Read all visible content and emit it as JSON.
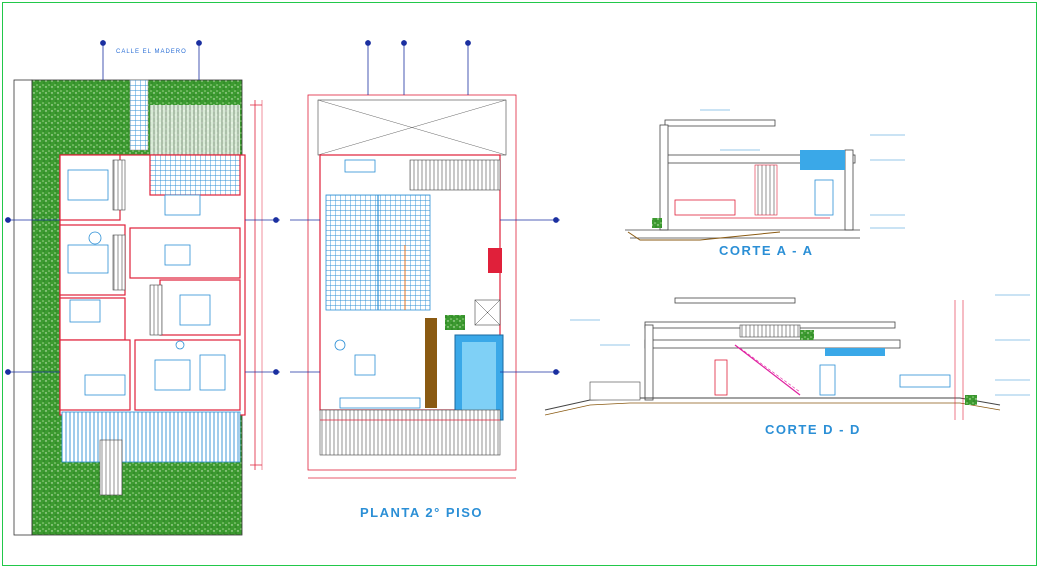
{
  "drawing": {
    "street_label": "CALLE EL MADERO",
    "plan_title": "PLANTA 2° PISO",
    "section_aa_title": "CORTE  A - A",
    "section_dd_title": "CORTE  D - D"
  },
  "colors": {
    "border": "#22c84a",
    "grass": "#2f8f2a",
    "walls": "#e0203a",
    "title_blue": "#2b8fd6",
    "pool": "#3aa8e8",
    "wood": "#8a5a12"
  }
}
